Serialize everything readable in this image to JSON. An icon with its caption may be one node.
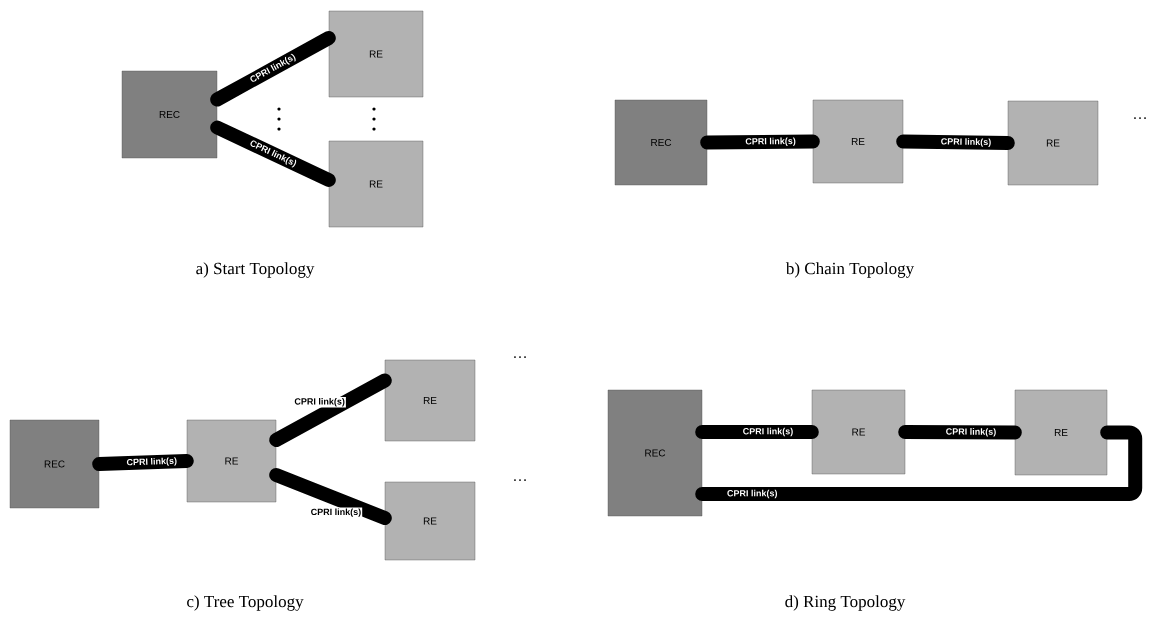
{
  "diagram": {
    "nodes": [
      {
        "text": [
          "REC"
        ]
      },
      {
        "text": [
          "RE"
        ]
      },
      {
        "text": [
          "RE"
        ]
      },
      {
        "text": [
          "REC"
        ]
      },
      {
        "text": [
          "RE"
        ]
      },
      {
        "text": [
          "RE"
        ]
      },
      {
        "text": [
          "REC"
        ]
      },
      {
        "text": [
          "RE"
        ]
      },
      {
        "text": [
          "RE"
        ]
      },
      {
        "text": [
          "RE"
        ]
      },
      {
        "text": [
          "REC"
        ]
      },
      {
        "text": [
          "RE"
        ]
      },
      {
        "text": [
          "RE"
        ]
      }
    ],
    "edges": [
      {
        "from": 0,
        "to": 1,
        "arrow": "none",
        "label": "CPRI link(s)"
      },
      {
        "from": 0,
        "to": 2,
        "arrow": "none",
        "label": "CPRI link(s)"
      },
      {
        "from": 3,
        "to": 4,
        "arrow": "none",
        "label": "CPRI link(s)"
      },
      {
        "from": 4,
        "to": 5,
        "arrow": "none",
        "label": "CPRI link(s)"
      },
      {
        "from": 6,
        "to": 7,
        "arrow": "none",
        "label": "CPRI link(s)"
      },
      {
        "from": 7,
        "to": 8,
        "arrow": "none",
        "label": "CPRI link(s)"
      },
      {
        "from": 7,
        "to": 9,
        "arrow": "none",
        "label": "CPRI link(s)"
      },
      {
        "from": 10,
        "to": 11,
        "arrow": "none",
        "label": "CPRI link(s)"
      },
      {
        "from": 11,
        "to": 12,
        "arrow": "none",
        "label": "CPRI link(s)"
      },
      {
        "from": 12,
        "to": 10,
        "arrow": "none",
        "label": "CPRI link(s)"
      }
    ],
    "labels": [
      "a) Start Topology",
      "…",
      "b) Chain Topology",
      "…",
      "…",
      "c) Tree Topology",
      "d) Ring Topology"
    ]
  }
}
